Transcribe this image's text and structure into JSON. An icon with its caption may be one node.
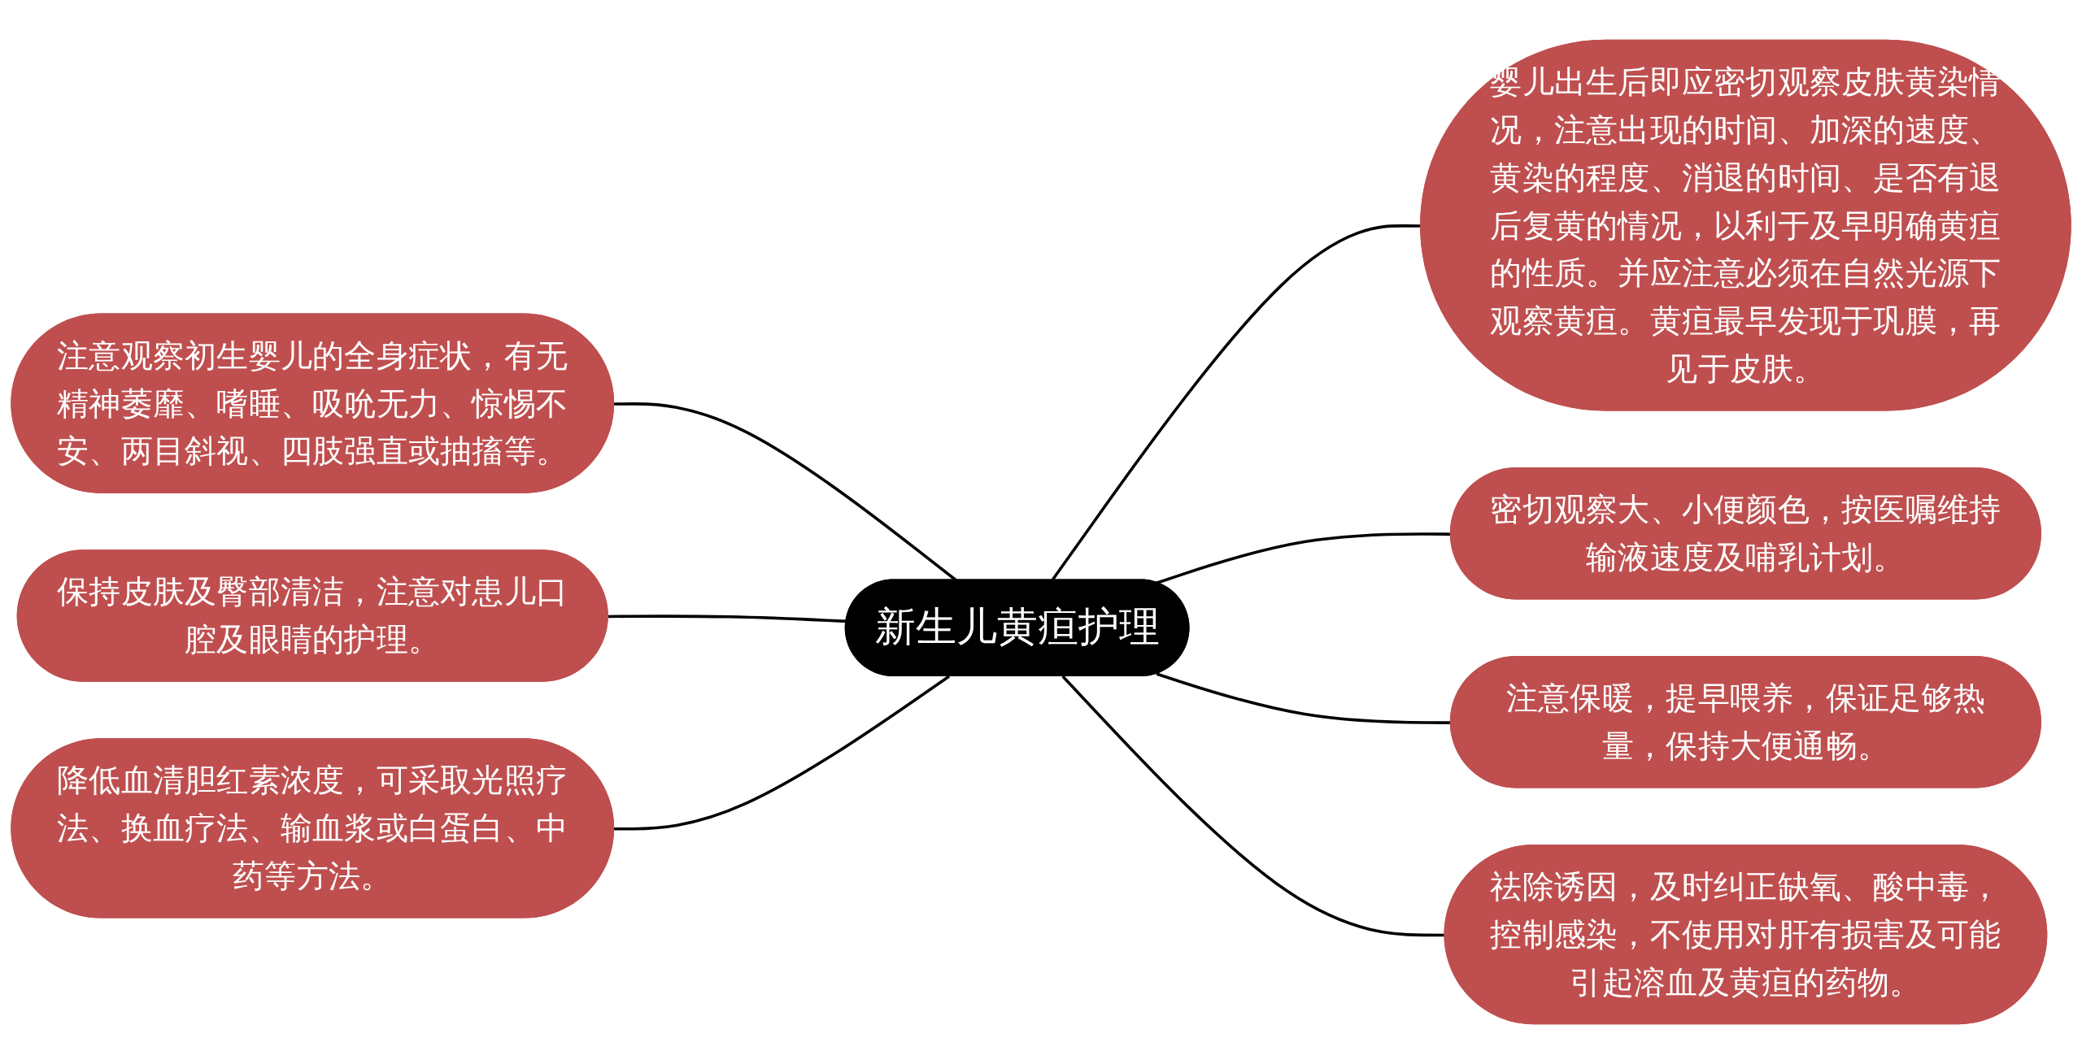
{
  "diagram": {
    "nodes": [
      {
        "text": [
          "新生儿黄疸护理"
        ]
      },
      {
        "text": [
          "婴儿出生后即应密切观察皮肤黄染情况，注意出现的时间、加深的速度、黄染的程度、消退的时间、是否有退后复黄的情况，以利于及早明确黄疸的性质。并应注意必须在自然光源下观察黄疸。黄疸最早发现于巩膜，再见于皮肤。"
        ]
      },
      {
        "text": [
          "密切观察大、小便颜色，按医嘱维持输液速度及哺乳计划。"
        ]
      },
      {
        "text": [
          "注意保暖，提早喂养，保证足够热量，保持大便通畅。"
        ]
      },
      {
        "text": [
          "祛除诱因，及时纠正缺氧、酸中毒，控制感染，不使用对肝有损害及可能引起溶血及黄疸的药物。"
        ]
      },
      {
        "text": [
          "注意观察初生婴儿的全身症状，有无精神萎靡、嗜睡、吸吮无力、惊惕不安、两目斜视、四肢强直或抽搐等。"
        ]
      },
      {
        "text": [
          "保持皮肤及臀部清洁，注意对患儿口腔及眼睛的护理。"
        ]
      },
      {
        "text": [
          "降低血清胆红素浓度，可采取光照疗法、换血疗法、输血浆或白蛋白、中药等方法。"
        ]
      }
    ],
    "edges": [
      {
        "from": 0,
        "to": 1,
        "arrow": "none"
      },
      {
        "from": 0,
        "to": 2,
        "arrow": "none"
      },
      {
        "from": 0,
        "to": 3,
        "arrow": "none"
      },
      {
        "from": 0,
        "to": 4,
        "arrow": "none"
      },
      {
        "from": 5,
        "to": 0,
        "arrow": "none"
      },
      {
        "from": 6,
        "to": 0,
        "arrow": "none"
      },
      {
        "from": 7,
        "to": 0,
        "arrow": "none"
      }
    ]
  }
}
